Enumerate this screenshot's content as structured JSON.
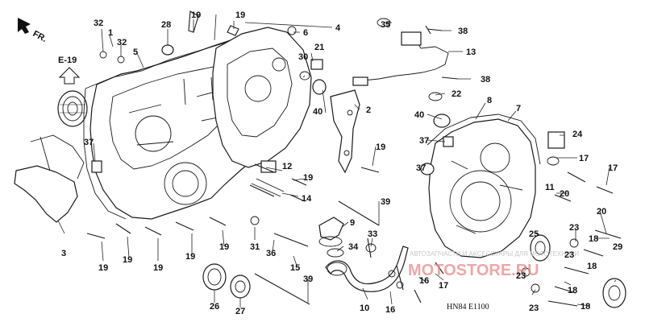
{
  "diagram": {
    "code": "HN84 E1100",
    "reference": "E-19",
    "front_label": "FR.",
    "watermark_text": "АВТОЗАПЧАСТИ И АКСЕССУАРЫ ДЛЯ МОТОТЕХНИКИ",
    "watermark_brand": "MOTOSTORE.RU",
    "callouts": [
      {
        "id": "c32a",
        "label": "32"
      },
      {
        "id": "c1",
        "label": "1"
      },
      {
        "id": "c32b",
        "label": "32"
      },
      {
        "id": "c5",
        "label": "5"
      },
      {
        "id": "c28",
        "label": "28"
      },
      {
        "id": "c19a",
        "label": "19"
      },
      {
        "id": "c19b",
        "label": "19"
      },
      {
        "id": "c4",
        "label": "4"
      },
      {
        "id": "c6",
        "label": "6"
      },
      {
        "id": "c30",
        "label": "30"
      },
      {
        "id": "c21",
        "label": "21"
      },
      {
        "id": "c35",
        "label": "35"
      },
      {
        "id": "c38a",
        "label": "38"
      },
      {
        "id": "c13",
        "label": "13"
      },
      {
        "id": "c38b",
        "label": "38"
      },
      {
        "id": "c22",
        "label": "22"
      },
      {
        "id": "c8",
        "label": "8"
      },
      {
        "id": "c7",
        "label": "7"
      },
      {
        "id": "c40a",
        "label": "40"
      },
      {
        "id": "c2",
        "label": "2"
      },
      {
        "id": "c40b",
        "label": "40"
      },
      {
        "id": "c24",
        "label": "24"
      },
      {
        "id": "c37a",
        "label": "37"
      },
      {
        "id": "c37b",
        "label": "37"
      },
      {
        "id": "c37c",
        "label": "37"
      },
      {
        "id": "c19c",
        "label": "19"
      },
      {
        "id": "c12",
        "label": "12"
      },
      {
        "id": "c19d",
        "label": "19"
      },
      {
        "id": "c14",
        "label": "14"
      },
      {
        "id": "c17a",
        "label": "17"
      },
      {
        "id": "c17b",
        "label": "17"
      },
      {
        "id": "c11",
        "label": "11"
      },
      {
        "id": "c20a",
        "label": "20"
      },
      {
        "id": "c39a",
        "label": "39"
      },
      {
        "id": "c9",
        "label": "9"
      },
      {
        "id": "c20b",
        "label": "20"
      },
      {
        "id": "c3",
        "label": "3"
      },
      {
        "id": "c19e",
        "label": "19"
      },
      {
        "id": "c19f",
        "label": "19"
      },
      {
        "id": "c19g",
        "label": "19"
      },
      {
        "id": "c19h",
        "label": "19"
      },
      {
        "id": "c19i",
        "label": "19"
      },
      {
        "id": "c31",
        "label": "31"
      },
      {
        "id": "c36",
        "label": "36"
      },
      {
        "id": "c34",
        "label": "34"
      },
      {
        "id": "c33",
        "label": "33"
      },
      {
        "id": "c15",
        "label": "15"
      },
      {
        "id": "c25",
        "label": "25"
      },
      {
        "id": "c23a",
        "label": "23"
      },
      {
        "id": "c18a",
        "label": "18"
      },
      {
        "id": "c29",
        "label": "29"
      },
      {
        "id": "c23b",
        "label": "23"
      },
      {
        "id": "c18b",
        "label": "18"
      },
      {
        "id": "c26",
        "label": "26"
      },
      {
        "id": "c27",
        "label": "27"
      },
      {
        "id": "c39b",
        "label": "39"
      },
      {
        "id": "c10",
        "label": "10"
      },
      {
        "id": "c16a",
        "label": "16"
      },
      {
        "id": "c16b",
        "label": "16"
      },
      {
        "id": "c17c",
        "label": "17"
      },
      {
        "id": "c23c",
        "label": "23"
      },
      {
        "id": "c18c",
        "label": "18"
      },
      {
        "id": "c23d",
        "label": "23"
      },
      {
        "id": "c18d",
        "label": "18"
      }
    ]
  }
}
